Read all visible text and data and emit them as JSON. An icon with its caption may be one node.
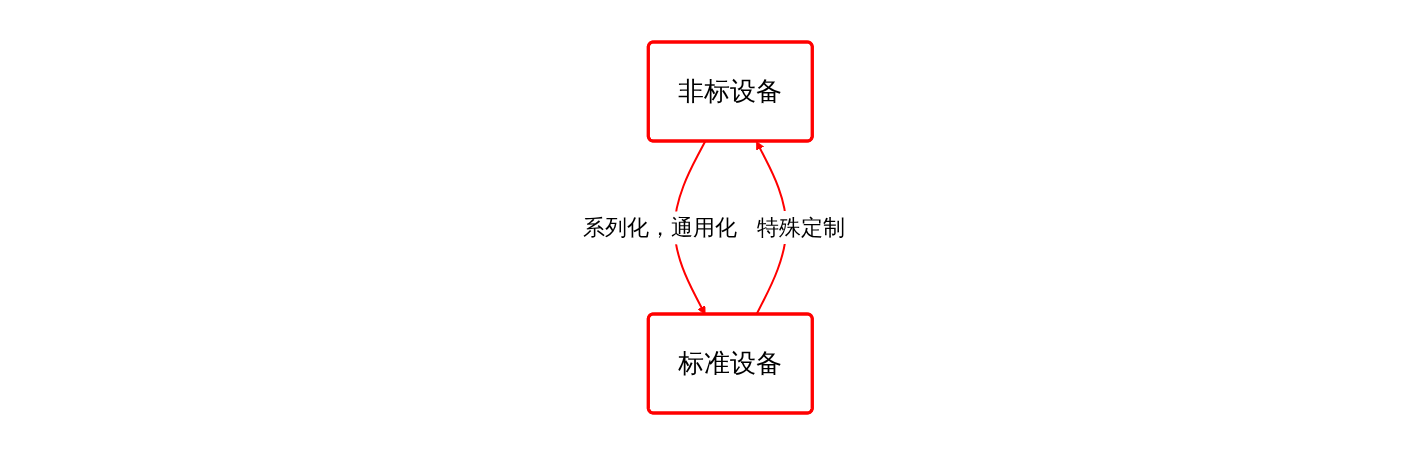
{
  "diagram": {
    "nodes": [
      {
        "text": [
          "非标设备"
        ]
      },
      {
        "text": [
          "标准设备"
        ]
      }
    ],
    "edges": [
      {
        "from": 0,
        "to": 1,
        "arrow": "to",
        "label": "系列化，通用化"
      },
      {
        "from": 1,
        "to": 0,
        "arrow": "to",
        "label": "特殊定制"
      }
    ]
  }
}
